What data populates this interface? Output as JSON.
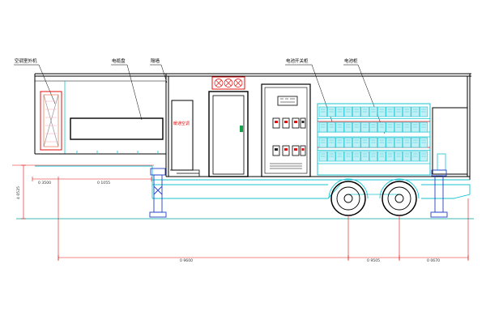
{
  "labels": {
    "ac_outdoor_unit": "空调室外机",
    "cable_reel": "电缆盘",
    "partition_wall": "隔墙",
    "battery_switch_cabinet": "电池开关柜",
    "battery_cabinet": "电池柜",
    "hvac_cabinet": "暖通空调"
  },
  "dimensions": {
    "overall_height": "4 0525",
    "gooseneck_front": "0 3500",
    "gooseneck_rear": "0 1055",
    "kingpin_to_axle": "0 9600",
    "axle_spacing": "0 9505",
    "rear_overhang": "0 0670"
  },
  "colors": {
    "line": "#000000",
    "cyan": "#19c3d3",
    "red": "#e01010",
    "blue": "#2040c8",
    "green": "#16a34a",
    "module": "#bff0f5"
  }
}
